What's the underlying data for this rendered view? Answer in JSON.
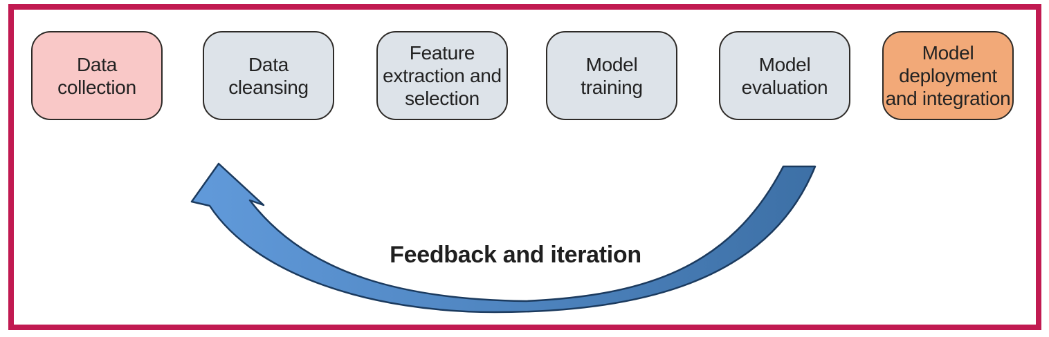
{
  "diagram": {
    "steps": [
      {
        "label": "Data collection",
        "lines": [
          "Data",
          "collection"
        ],
        "fill": "#f9c8c7"
      },
      {
        "label": "Data cleansing",
        "lines": [
          "Data",
          "cleansing"
        ],
        "fill": "#dde3e9"
      },
      {
        "label": "Feature extraction and selection",
        "lines": [
          "Feature",
          "extraction and",
          "selection"
        ],
        "fill": "#dde3e9"
      },
      {
        "label": "Model training",
        "lines": [
          "Model",
          "training"
        ],
        "fill": "#dde3e9"
      },
      {
        "label": "Model evaluation",
        "lines": [
          "Model",
          "evaluation"
        ],
        "fill": "#dde3e9"
      },
      {
        "label": "Model deployment and integration",
        "lines": [
          "Model",
          "deployment",
          "and integration"
        ],
        "fill": "#f2a978"
      }
    ],
    "feedback_label": "Feedback and iteration",
    "colors": {
      "frame": "#c11a51",
      "box_border": "#2d2a27",
      "text": "#222222",
      "background": "#ffffff",
      "arrow_fill_light": "#6099d9",
      "arrow_fill_dark": "#3d70a6",
      "arrow_outline": "#1b3a5e"
    }
  }
}
